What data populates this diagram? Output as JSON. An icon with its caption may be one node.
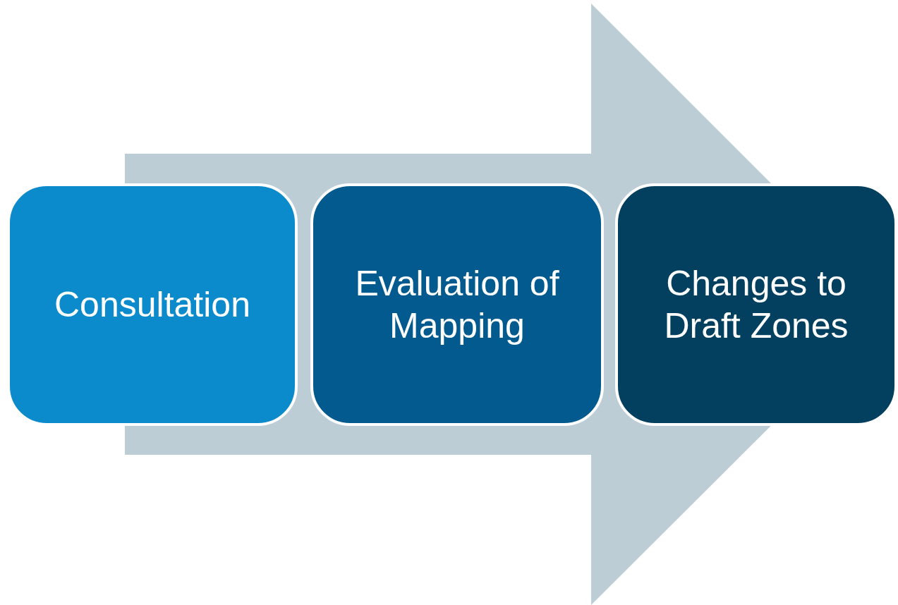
{
  "diagram": {
    "nodes": [
      {
        "text": [
          "Consultation"
        ]
      },
      {
        "text": [
          "Evaluation of Mapping"
        ]
      },
      {
        "text": [
          "Changes to Draft Zones"
        ]
      }
    ],
    "edges": [
      {
        "from": 0,
        "to": 2,
        "arrow": "to"
      }
    ]
  }
}
